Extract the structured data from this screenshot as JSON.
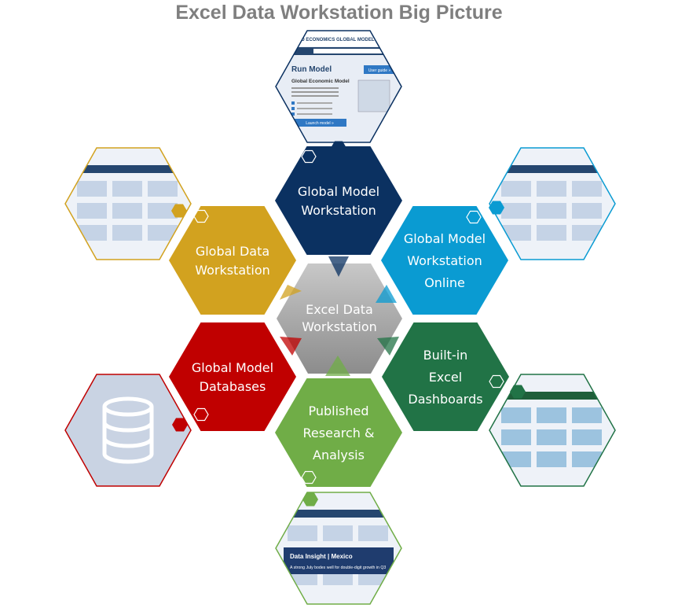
{
  "title": "Excel Data Workstation Big Picture",
  "center": {
    "lines": [
      "Excel Data",
      "Workstation"
    ],
    "color": "#a6a6a6"
  },
  "nodes": [
    {
      "id": "global-model-workstation",
      "lines": [
        "Global Model",
        "Workstation"
      ],
      "color": "#0b3161"
    },
    {
      "id": "global-data-workstation",
      "lines": [
        "Global Data",
        "Workstation"
      ],
      "color": "#d2a21f"
    },
    {
      "id": "global-model-workstation-online",
      "lines": [
        "Global Model",
        "Workstation",
        "Online"
      ],
      "color": "#0a9bd2"
    },
    {
      "id": "global-model-databases",
      "lines": [
        "Global Model",
        "Databases"
      ],
      "color": "#c00000"
    },
    {
      "id": "built-in-excel-dashboards",
      "lines": [
        "Built-in",
        "Excel",
        "Dashboards"
      ],
      "color": "#217346"
    },
    {
      "id": "published-research-analysis",
      "lines": [
        "Published",
        "Research &",
        "Analysis"
      ],
      "color": "#70ad47"
    }
  ],
  "screenshots": {
    "run_model": {
      "brand": "ND ECONOMICS GLOBAL MODEL WORKSTA",
      "heading": "Run Model",
      "subheading": "Global Economic Model",
      "button": "Launch model »",
      "guide": "User guide »"
    },
    "data_insight": {
      "heading": "Data Insight | Mexico",
      "subheading": "A strong July bodes well for double-digit growth in Q3"
    }
  }
}
